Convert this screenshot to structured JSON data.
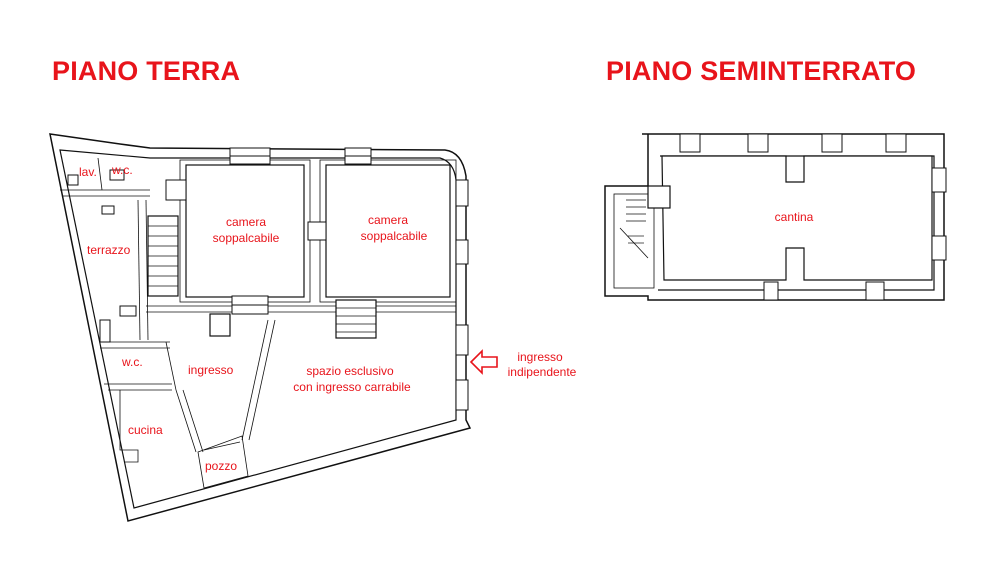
{
  "headings": {
    "ground_floor": "PIANO TERRA",
    "basement": "PIANO SEMINTERRATO"
  },
  "ground_floor": {
    "rooms": {
      "lav": "lav.",
      "wc_top": "w.c.",
      "terrazzo": "terrazzo",
      "camera1_line1": "camera",
      "camera1_line2": "soppalcabile",
      "camera2_line1": "camera",
      "camera2_line2": "soppalcabile",
      "wc_bottom": "w.c.",
      "ingresso": "ingresso",
      "spazio_line1": "spazio esclusivo",
      "spazio_line2": "con ingresso carrabile",
      "cucina": "cucina",
      "pozzo": "pozzo"
    },
    "entrance": {
      "line1": "ingresso",
      "line2": "indipendente",
      "arrow_icon": "left-arrow-icon"
    }
  },
  "basement_floor": {
    "rooms": {
      "cantina": "cantina"
    }
  },
  "colors": {
    "labels": "#e8141b",
    "walls": "#111111",
    "background": "#ffffff"
  }
}
